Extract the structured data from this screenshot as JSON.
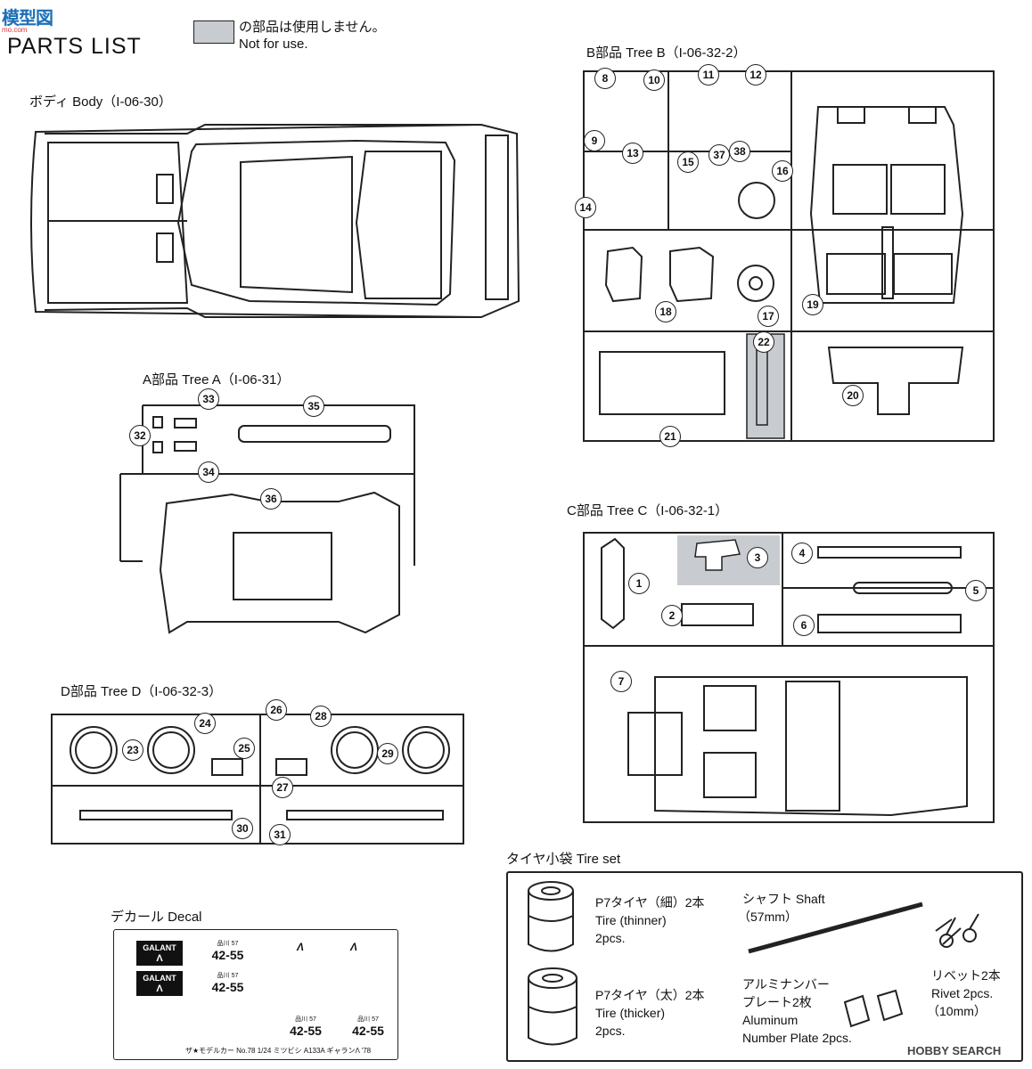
{
  "logo": {
    "text": "模型図",
    "sub": "mo.com"
  },
  "title": "PARTS LIST",
  "legend": {
    "jp": "の部品は使用しません。",
    "en": "Not for use.",
    "swatch_color": "#c8ccd0"
  },
  "body": {
    "header": "ボディ Body（I-06-30）"
  },
  "tree_a": {
    "header": "A部品  Tree A（I-06-31）",
    "nums": [
      "33",
      "35",
      "32",
      "34",
      "36"
    ]
  },
  "tree_b": {
    "header": "B部品  Tree B（I-06-32-2）",
    "nums": [
      "8",
      "10",
      "11",
      "12",
      "9",
      "13",
      "15",
      "37",
      "38",
      "16",
      "14",
      "18",
      "17",
      "19",
      "22",
      "20",
      "21"
    ]
  },
  "tree_c": {
    "header": "C部品  Tree C（I-06-32-1）",
    "nums": [
      "1",
      "3",
      "4",
      "2",
      "5",
      "6",
      "7"
    ]
  },
  "tree_d": {
    "header": "D部品  Tree D（I-06-32-3）",
    "nums": [
      "26",
      "28",
      "24",
      "23",
      "25",
      "29",
      "27",
      "30",
      "31"
    ]
  },
  "decal": {
    "header": "デカール Decal",
    "galant": "GALANT",
    "lambda": "Λ",
    "plate_top": "品川 57",
    "plate_num": "42-55",
    "footer": "ザ★モデルカー No.78 1/24 ミツビシ A133A ギャランΛ '78"
  },
  "tire_set": {
    "header": "タイヤ小袋  Tire set",
    "thin_jp": "P7タイヤ（細）2本",
    "thin_en": "Tire (thinner)",
    "thin_qty": "2pcs.",
    "thick_jp": "P7タイヤ（太）2本",
    "thick_en": "Tire (thicker)",
    "thick_qty": "2pcs.",
    "shaft_jp": "シャフト Shaft",
    "shaft_len": "（57mm）",
    "plate_jp1": "アルミナンバー",
    "plate_jp2": "プレート2枚",
    "plate_en1": "Aluminum",
    "plate_en2": "Number Plate 2pcs.",
    "rivet_jp": "リベット2本",
    "rivet_en": "Rivet 2pcs.",
    "rivet_len": "（10mm）"
  },
  "watermark": "HOBBY SEARCH"
}
